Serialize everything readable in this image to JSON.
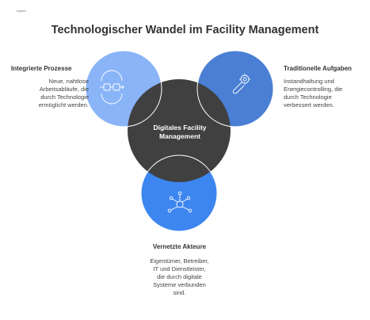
{
  "logo_text": "napkin",
  "title": "Technologischer Wandel im Facility Management",
  "center": {
    "line1": "Digitales Facility",
    "line2": "Management"
  },
  "sections": {
    "left": {
      "heading": "Integrierte Prozesse",
      "lines": [
        "Neue, nahtlose",
        "Arbeitsabläufe, die",
        "durch Technologie",
        "ermöglicht werden."
      ],
      "icon": "process-flow-icon",
      "color": "#8ab4f8"
    },
    "right": {
      "heading": "Traditionelle Aufgaben",
      "lines": [
        "Instandhaltung und",
        "Energiecontrolling, die",
        "durch Technologie",
        "verbessert werden."
      ],
      "icon": "wrench-gear-icon",
      "color": "#4a7fd4"
    },
    "bottom": {
      "heading": "Vernetzte Akteure",
      "lines": [
        "Eigentümer, Betreiber,",
        "IT und Dienstleister,",
        "die durch digitale",
        "Systeme verbunden",
        "sind."
      ],
      "icon": "network-icon",
      "color": "#3d86f0"
    }
  },
  "colors": {
    "center_circle": "#404040"
  }
}
